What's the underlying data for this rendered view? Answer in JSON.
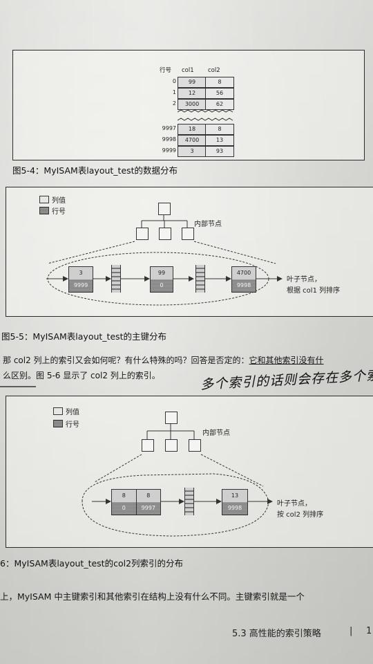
{
  "figure1": {
    "caption": "图5-4：MyISAM表layout_test的数据分布",
    "headers": {
      "row_label": "行号",
      "col1": "col1",
      "col2": "col2"
    },
    "top_rows": [
      {
        "row": "0",
        "col1": "99",
        "col2": "8"
      },
      {
        "row": "1",
        "col1": "12",
        "col2": "56"
      },
      {
        "row": "2",
        "col1": "3000",
        "col2": "62"
      }
    ],
    "bottom_rows": [
      {
        "row": "9997",
        "col1": "18",
        "col2": "8"
      },
      {
        "row": "9998",
        "col1": "4700",
        "col2": "13"
      },
      {
        "row": "9999",
        "col1": "3",
        "col2": "93"
      }
    ]
  },
  "figure2": {
    "caption": "图5-5：MyISAM表layout_test的主键分布",
    "legend": {
      "value_label": "列值",
      "rownum_label": "行号"
    },
    "internal_node_label": "内部节点",
    "leaf_note_line1": "叶子节点，",
    "leaf_note_line2": "根据 col1 列排序",
    "leaves": [
      {
        "top": "3",
        "bottom": "9999"
      },
      {
        "top": "99",
        "bottom": "0"
      },
      {
        "top": "4700",
        "bottom": "9998"
      }
    ]
  },
  "body_text": {
    "line1_a": "那 col2 列上的索引又会如何呢？有什么特殊的吗？回答是否定的：",
    "line1_b": "它和其他索引没有什",
    "line2": "么区别。图 5-6 显示了 col2 列上的索引。",
    "handwriting": "多个索引的话则会存在多个索引"
  },
  "figure3": {
    "caption": "6：MyISAM表layout_test的col2列索引的分布",
    "legend": {
      "value_label": "列值",
      "rownum_label": "行号"
    },
    "internal_node_label": "内部节点",
    "leaf_note_line1": "叶子节点，",
    "leaf_note_line2": "按 col2 列排序",
    "leaf_pairs": [
      {
        "top": "8",
        "bottom": "0"
      },
      {
        "top": "8",
        "bottom": "9997"
      }
    ],
    "leaf_last": {
      "top": "13",
      "bottom": "9998"
    }
  },
  "closing_text": "上，MyISAM 中主键索引和其他索引在结构上没有什么不同。主键索引就是一个",
  "footer": {
    "section": "5.3  高性能的索引策略",
    "separator": "|",
    "page": "1"
  }
}
